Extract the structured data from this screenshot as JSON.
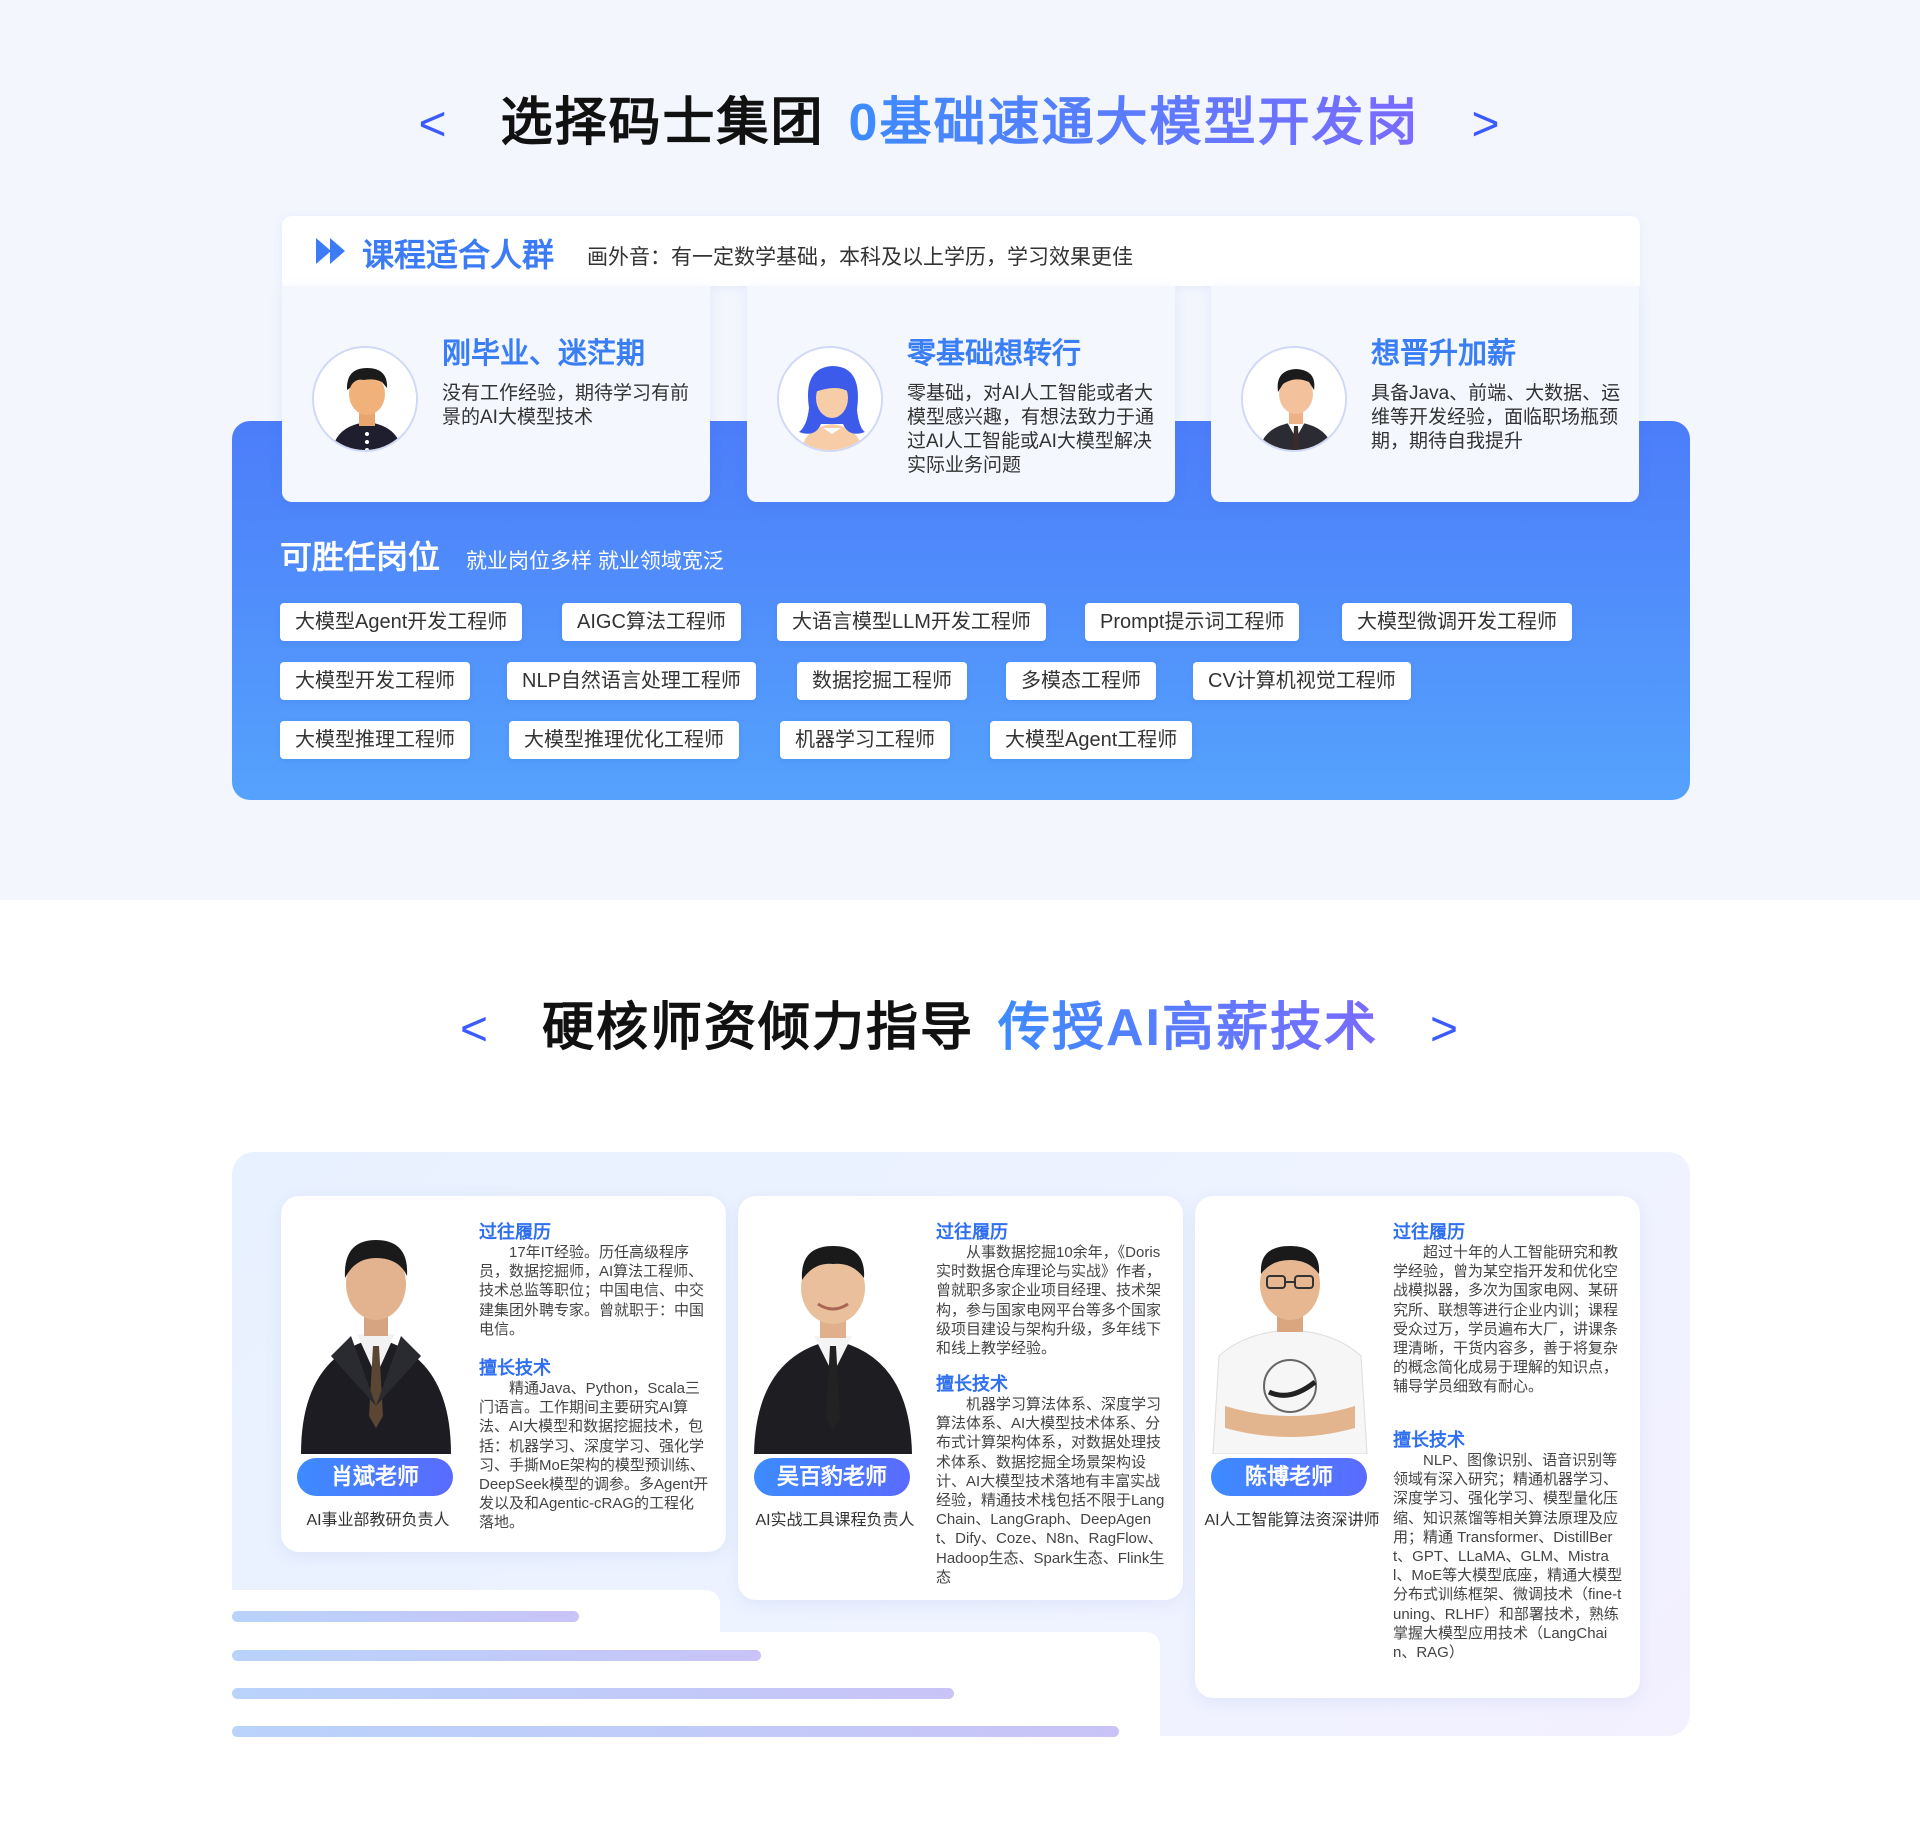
{
  "section1": {
    "heading": {
      "left_arrow": "<",
      "dark": "选择码士集团",
      "highlight": "0基础速通大模型开发岗",
      "right_arrow": ">"
    },
    "audience": {
      "title": "课程适合人群",
      "note": "画外音：有一定数学基础，本科及以上学历，学习效果更佳",
      "cards": [
        {
          "title": "刚毕业、迷茫期",
          "desc": "没有工作经验，期待学习有前景的AI大模型技术"
        },
        {
          "title": "零基础想转行",
          "desc": "零基础，对AI人工智能或者大模型感兴趣，有想法致力于通过AI人工智能或AI大模型解决实际业务问题"
        },
        {
          "title": "想晋升加薪",
          "desc": "具备Java、前端、大数据、运维等开发经验，面临职场瓶颈期，期待自我提升"
        }
      ]
    },
    "jobs": {
      "title": "可胜任岗位",
      "subtitle": "就业岗位多样 就业领域宽泛",
      "tags": [
        "大模型Agent开发工程师",
        "AIGC算法工程师",
        "大语言模型LLM开发工程师",
        "Prompt提示词工程师",
        "大模型微调开发工程师",
        "大模型开发工程师",
        "NLP自然语言处理工程师",
        "数据挖掘工程师",
        "多模态工程师",
        "CV计算机视觉工程师",
        "大模型推理工程师",
        "大模型推理优化工程师",
        "机器学习工程师",
        "大模型Agent工程师"
      ]
    }
  },
  "section2": {
    "heading": {
      "left_arrow": "<",
      "dark": "硬核师资倾力指导",
      "highlight": "传授AI高薪技术",
      "right_arrow": ">"
    },
    "teachers": [
      {
        "name": "肖斌老师",
        "role": "AI事业部教研负责人",
        "history_label": "过往履历",
        "history": "17年IT经验。历任高级程序员，数据挖掘师，AI算法工程师、技术总监等职位；中国电信、中交建集团外聘专家。曾就职于：中国电信。",
        "skills_label": "擅长技术",
        "skills": "精通Java、Python，Scala三门语言。工作期间主要研究AI算法、AI大模型和数据挖掘技术，包括：机器学习、深度学习、强化学习、手撕MoE架构的模型预训练、DeepSeek模型的调参。多Agent开发以及和Agentic-cRAG的工程化落地。"
      },
      {
        "name": "吴百豹老师",
        "role": "AI实战工具课程负责人",
        "history_label": "过往履历",
        "history": "从事数据挖掘10余年，《Doris实时数据仓库理论与实战》作者，曾就职多家企业项目经理、技术架构，参与国家电网平台等多个国家级项目建设与架构升级，多年线下和线上教学经验。",
        "skills_label": "擅长技术",
        "skills": "机器学习算法体系、深度学习算法体系、AI大模型技术体系、分布式计算架构体系，对数据处理技术体系、数据挖掘全场景架构设计、AI大模型技术落地有丰富实战经验，精通技术栈包括不限于LangChain、LangGraph、DeepAgent、Dify、Coze、N8n、RagFlow、Hadoop生态、Spark生态、Flink生态"
      },
      {
        "name": "陈博老师",
        "role": "AI人工智能算法资深讲师",
        "history_label": "过往履历",
        "history": "超过十年的人工智能研究和教学经验，曾为某空指开发和优化空战模拟器，多次为国家电网、某研究所、联想等进行企业内训；课程受众过万，学员遍布大厂，讲课条理清晰，干货内容多，善于将复杂的概念简化成易于理解的知识点，辅导学员细致有耐心。",
        "skills_label": "擅长技术",
        "skills": "NLP、图像识别、语音识别等领域有深入研究；精通机器学习、深度学习、强化学习、模型量化压缩、知识蒸馏等相关算法原理及应用；精通 Transformer、DistillBert、GPT、LLaMA、GLM、Mistral、MoE等大模型底座，精通大模型分布式训练框架、微调技术（fine-tuning、RLHF）和部署技术，熟练掌握大模型应用技术（LangChain、RAG）"
      }
    ]
  },
  "colors": {
    "accent_blue": "#3b7cf6",
    "arrow_blue": "#3b5bff",
    "panel_blue_top": "#4c7dfa",
    "panel_blue_bottom": "#55a2fc"
  },
  "icons": [
    "double-play-icon",
    "graduate-avatar-icon",
    "female-avatar-icon",
    "professional-avatar-icon"
  ]
}
